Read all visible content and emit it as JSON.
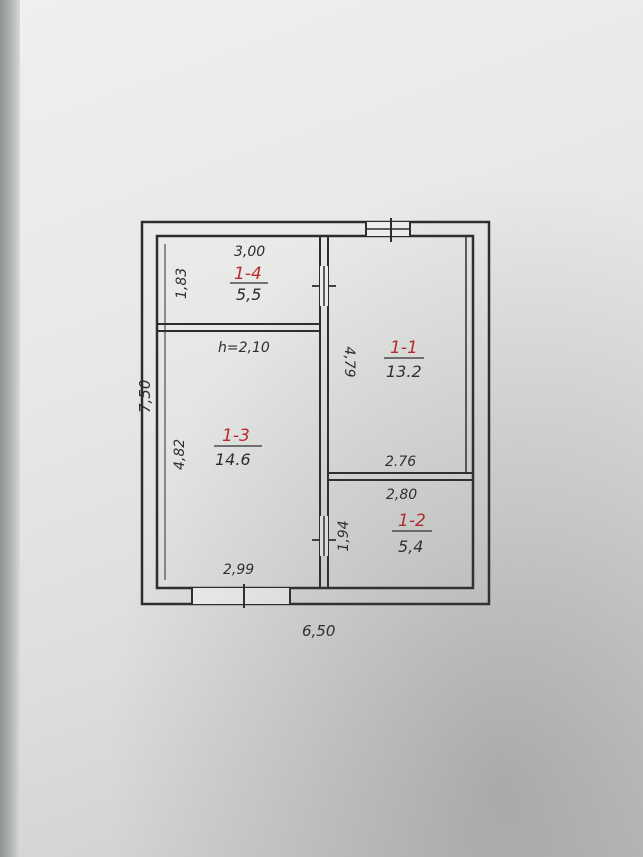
{
  "plan": {
    "overall": {
      "width": "6,50",
      "height": "7,50"
    },
    "rooms": [
      {
        "id": "1-4",
        "area": "5,5"
      },
      {
        "id": "1-1",
        "area": "13.2"
      },
      {
        "id": "1-3",
        "area": "14.6"
      },
      {
        "id": "1-2",
        "area": "5,4"
      }
    ],
    "dimensions": {
      "room14_width": "3,00",
      "room14_depth": "1,83",
      "ceiling_height": "h=2,10",
      "room11_depth": "4,79",
      "room11_width": "2.76",
      "room13_depth": "4,82",
      "room13_width": "2,99",
      "room12_width": "2,80",
      "room12_depth": "1,94"
    },
    "colors": {
      "ink": "#2d2d30",
      "room_number": "#c0282d",
      "paper": "#eef0ee"
    }
  }
}
